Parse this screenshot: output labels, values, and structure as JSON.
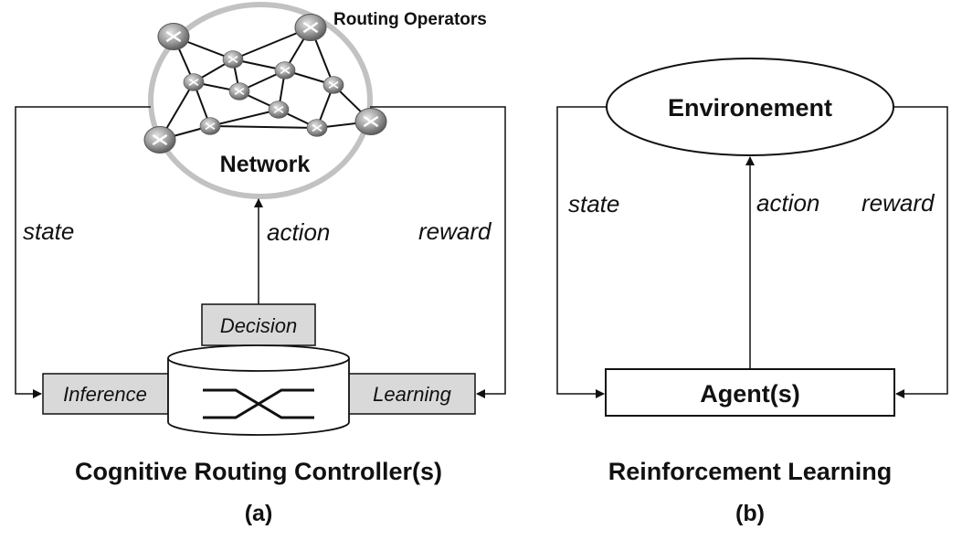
{
  "panel_a": {
    "network_label": "Network",
    "routing_operators_label": "Routing Operators",
    "state_label": "state",
    "action_label": "action",
    "reward_label": "reward",
    "decision_label": "Decision",
    "inference_label": "Inference",
    "learning_label": "Learning",
    "title": "Cognitive Routing Controller(s)",
    "caption": "(a)"
  },
  "panel_b": {
    "environment_label": "Environement",
    "agent_label": "Agent(s)",
    "state_label": "state",
    "action_label": "action",
    "reward_label": "reward",
    "title": "Reinforcement Learning",
    "caption": "(b)"
  },
  "colors": {
    "box_fill": "#d9d9d9",
    "network_ring": "#bdbdbd",
    "router_fill": "#8a8a8a",
    "line": "#111111"
  }
}
